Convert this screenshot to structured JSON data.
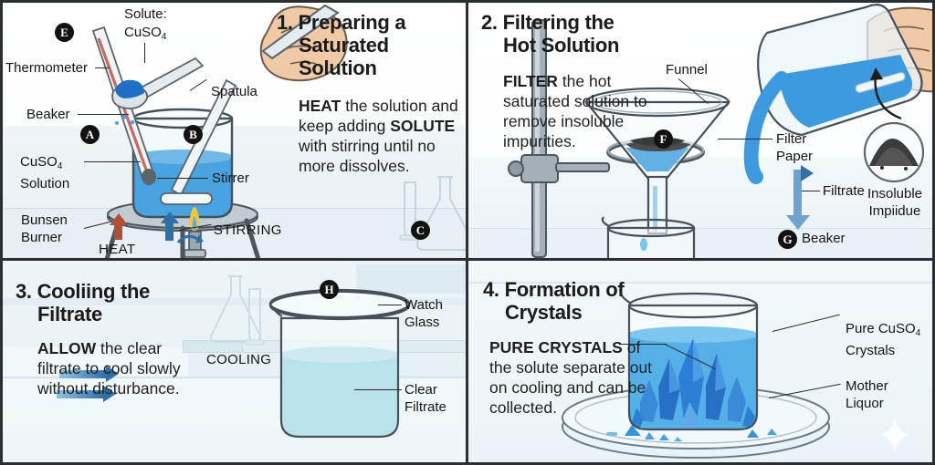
{
  "figure": {
    "title": "Crystallisation of Copper Sulphate - Four Step Laboratory Procedure",
    "panel_count": 4,
    "accent_blue": "#2f6fa8",
    "liquid_blue": "#4aa3dd",
    "crystal_blue": "#2b7fd4",
    "border_color": "#2b2f33",
    "text_color": "#1b1b1b"
  },
  "panels": [
    {
      "id": "panel-1",
      "number": "1.",
      "title_line1": "Preparing a",
      "title_line2": "Saturated",
      "title_line3": "Solution",
      "body_pre": "",
      "body_bold1": "HEAT",
      "body_mid1": " the solution and keep adding ",
      "body_bold2": "SOLUTE",
      "body_post": " with stirring until no more dissolves.",
      "badges": [
        {
          "letter": "E",
          "name": "badge-e"
        },
        {
          "letter": "A",
          "name": "badge-a"
        },
        {
          "letter": "B",
          "name": "badge-b"
        },
        {
          "letter": "C",
          "name": "badge-c"
        }
      ],
      "labels": [
        {
          "name": "label-thermometer",
          "text": "Thermometer"
        },
        {
          "name": "label-beaker",
          "text": "Beaker"
        },
        {
          "name": "label-cuso4-solution-line1",
          "text": "CuSO"
        },
        {
          "name": "label-cuso4-solution-sub",
          "text": "4"
        },
        {
          "name": "label-cuso4-solution-line2",
          "text": "Solution"
        },
        {
          "name": "label-bunsen-burner-line1",
          "text": "Bunsen"
        },
        {
          "name": "label-bunsen-burner-line2",
          "text": "Burner"
        },
        {
          "name": "label-solute-line1",
          "text": "Solute:"
        },
        {
          "name": "label-solute-line2",
          "text": "CuSO"
        },
        {
          "name": "label-solute-sub",
          "text": "4"
        },
        {
          "name": "label-spatula",
          "text": "Spatula"
        },
        {
          "name": "label-stirrer",
          "text": "Stirrer"
        },
        {
          "name": "label-heat",
          "text": "HEAT"
        },
        {
          "name": "label-stirring",
          "text": "STIRRING"
        }
      ]
    },
    {
      "id": "panel-2",
      "number": "2.",
      "title_line1": "Filtering the",
      "title_line2": "Hot Solution",
      "body_bold1": "FILTER",
      "body_post": " the hot saturated solution to remove insoluble impurities.",
      "badges": [
        {
          "letter": "F",
          "name": "badge-f"
        },
        {
          "letter": "G",
          "name": "badge-g"
        }
      ],
      "labels": [
        {
          "name": "label-funnel",
          "text": "Funnel"
        },
        {
          "name": "label-filter-paper-line1",
          "text": "Filter"
        },
        {
          "name": "label-filter-paper-line2",
          "text": "Paper"
        },
        {
          "name": "label-filtrate",
          "text": "Filtrate"
        },
        {
          "name": "label-beaker-2",
          "text": "Beaker"
        },
        {
          "name": "label-insoluble-line1",
          "text": "Insoluble"
        },
        {
          "name": "label-insoluble-line2",
          "text": "Impiidue"
        }
      ]
    },
    {
      "id": "panel-3",
      "number": "3.",
      "title_line1": "Cooliing the",
      "title_line2": "Filtrate",
      "body_bold1": "ALLOW",
      "body_post": " the clear filtrate to cool slowly without disturbance.",
      "badges": [
        {
          "letter": "H",
          "name": "badge-h"
        }
      ],
      "labels": [
        {
          "name": "label-cooling",
          "text": "COOLING"
        },
        {
          "name": "label-watch-glass-line1",
          "text": "Watch"
        },
        {
          "name": "label-watch-glass-line2",
          "text": "Glass"
        },
        {
          "name": "label-clear-filtrate-line1",
          "text": "Clear"
        },
        {
          "name": "label-clear-filtrate-line2",
          "text": "Filtrate"
        }
      ]
    },
    {
      "id": "panel-4",
      "number": "4.",
      "title_line1": "Formation of",
      "title_line2": "Crystals",
      "body_bold1": "PURE CRYSTALS",
      "body_post": " of the solute separate out on cooling and can be collected.",
      "badges": [],
      "labels": [
        {
          "name": "label-pure-crystals-line1",
          "text": "Pure CuSO"
        },
        {
          "name": "label-pure-crystals-sub",
          "text": "4"
        },
        {
          "name": "label-pure-crystals-line2",
          "text": "Crystals"
        },
        {
          "name": "label-mother-liquor-line1",
          "text": "Mother"
        },
        {
          "name": "label-mother-liquor-line2",
          "text": "Liquor"
        }
      ]
    }
  ]
}
